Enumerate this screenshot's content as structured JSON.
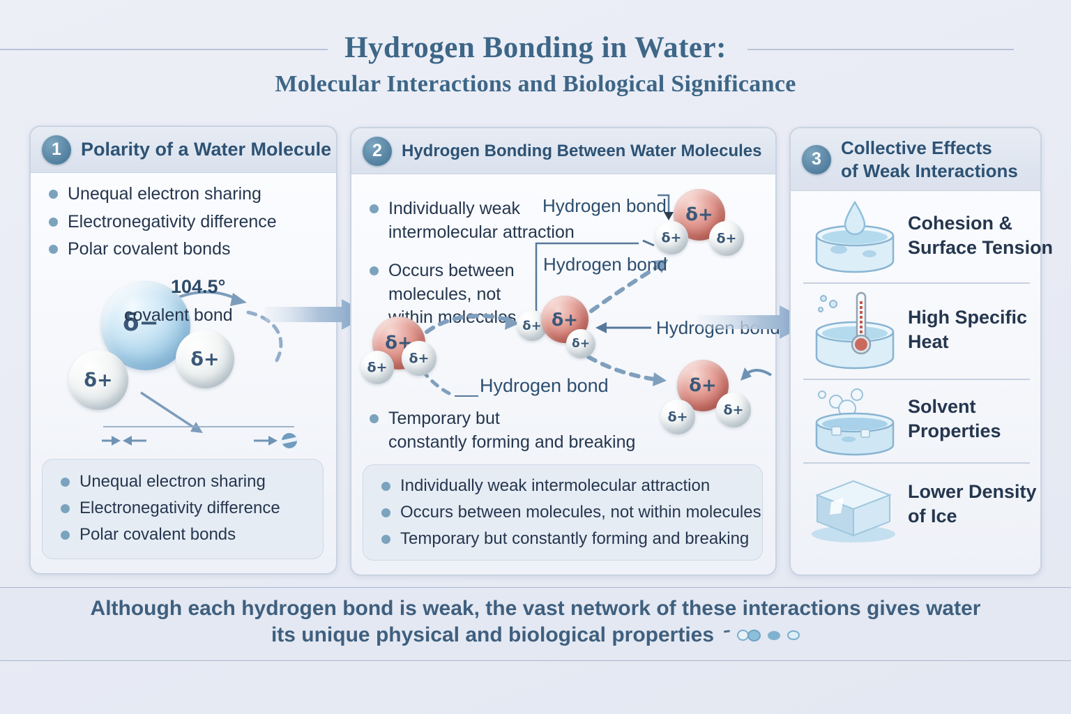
{
  "title": {
    "line1": "Hydrogen Bonding in Water:",
    "line2": "Molecular Interactions and Biological Significance"
  },
  "panel1": {
    "number": "1",
    "heading": "Polarity of a Water Molecule",
    "bullets": [
      "Unequal electron sharing",
      "Electronegativity difference",
      "Polar covalent bonds"
    ],
    "angle_label": "104.5°",
    "delta_minus": "δ−",
    "delta_plus": "δ+",
    "covalent_bond_label": "covalent bond",
    "summary_bullets": [
      "Unequal electron sharing",
      "Electronegativity difference",
      "Polar covalent bonds"
    ]
  },
  "panel2": {
    "number": "2",
    "heading": "Hydrogen Bonding Between Water Molecules",
    "bullet1": [
      "Individually weak",
      "intermolecular attraction"
    ],
    "bullet2": [
      "Occurs between",
      "molecules, not",
      "within molecules"
    ],
    "bullet3": [
      "Temporary but",
      "constantly forming and breaking"
    ],
    "hydrogen_bond_label": "Hydrogen bond",
    "delta_plus": "δ+",
    "summary_bullets": [
      "Individually weak intermolecular attraction",
      "Occurs between molecules, not within molecules",
      "Temporary but constantly forming and breaking"
    ]
  },
  "panel3": {
    "number": "3",
    "heading_line1": "Collective Effects",
    "heading_line2": "of Weak Interactions",
    "items": [
      {
        "line1": "Cohesion &",
        "line2": "Surface Tension",
        "icon": "droplet-dish"
      },
      {
        "line1": "High Specific",
        "line2": "Heat",
        "icon": "thermometer-dish"
      },
      {
        "line1": "Solvent",
        "line2": "Properties",
        "icon": "solute-dish"
      },
      {
        "line1": "Lower Density",
        "line2": "of Ice",
        "icon": "ice-cube"
      }
    ]
  },
  "footer": {
    "line1": "Although each hydrogen bond is weak, the vast network of these interactions gives water",
    "line2": "its unique physical and biological properties"
  },
  "colors": {
    "accent_blue": "#5b89a8",
    "heading_text": "#2d5274",
    "body_text": "#25364e",
    "red_sphere": "#d17d73",
    "blue_sphere": "#a6d0e9",
    "arrow": "#8aa8c8"
  }
}
